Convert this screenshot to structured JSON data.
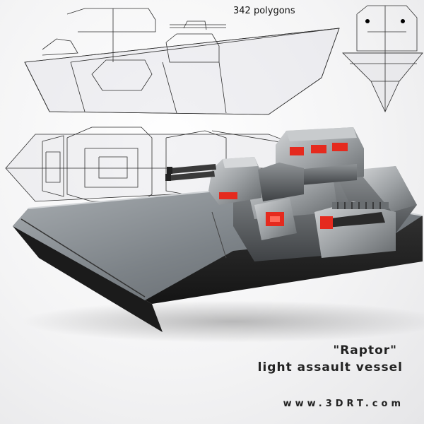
{
  "poly_count_label": "342 polygons",
  "model_name": "\"Raptor\"",
  "model_subtitle": "light assault vessel",
  "website": "www.3DRT.com",
  "colors": {
    "background": "#f4f4f5",
    "hull_dark": "#2a2a2a",
    "hull_metal": "#8e9499",
    "turret_metal": "#b0b3b5",
    "lights": "#e52a1e",
    "wire": "#2e2e2e"
  }
}
